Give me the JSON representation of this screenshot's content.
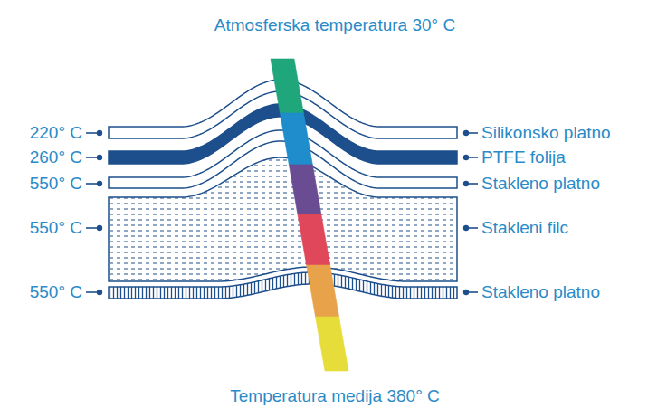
{
  "diagram": {
    "labels": [
      "Atmosferska temperatura 30° C",
      "220° C",
      "Silikonsko platno",
      "260° C",
      "PTFE folija",
      "550° C",
      "Stakleno platno",
      "550° C",
      "Stakleni filc",
      "550° C",
      "Stakleno platno",
      "Temperatura medija 380° C"
    ]
  }
}
